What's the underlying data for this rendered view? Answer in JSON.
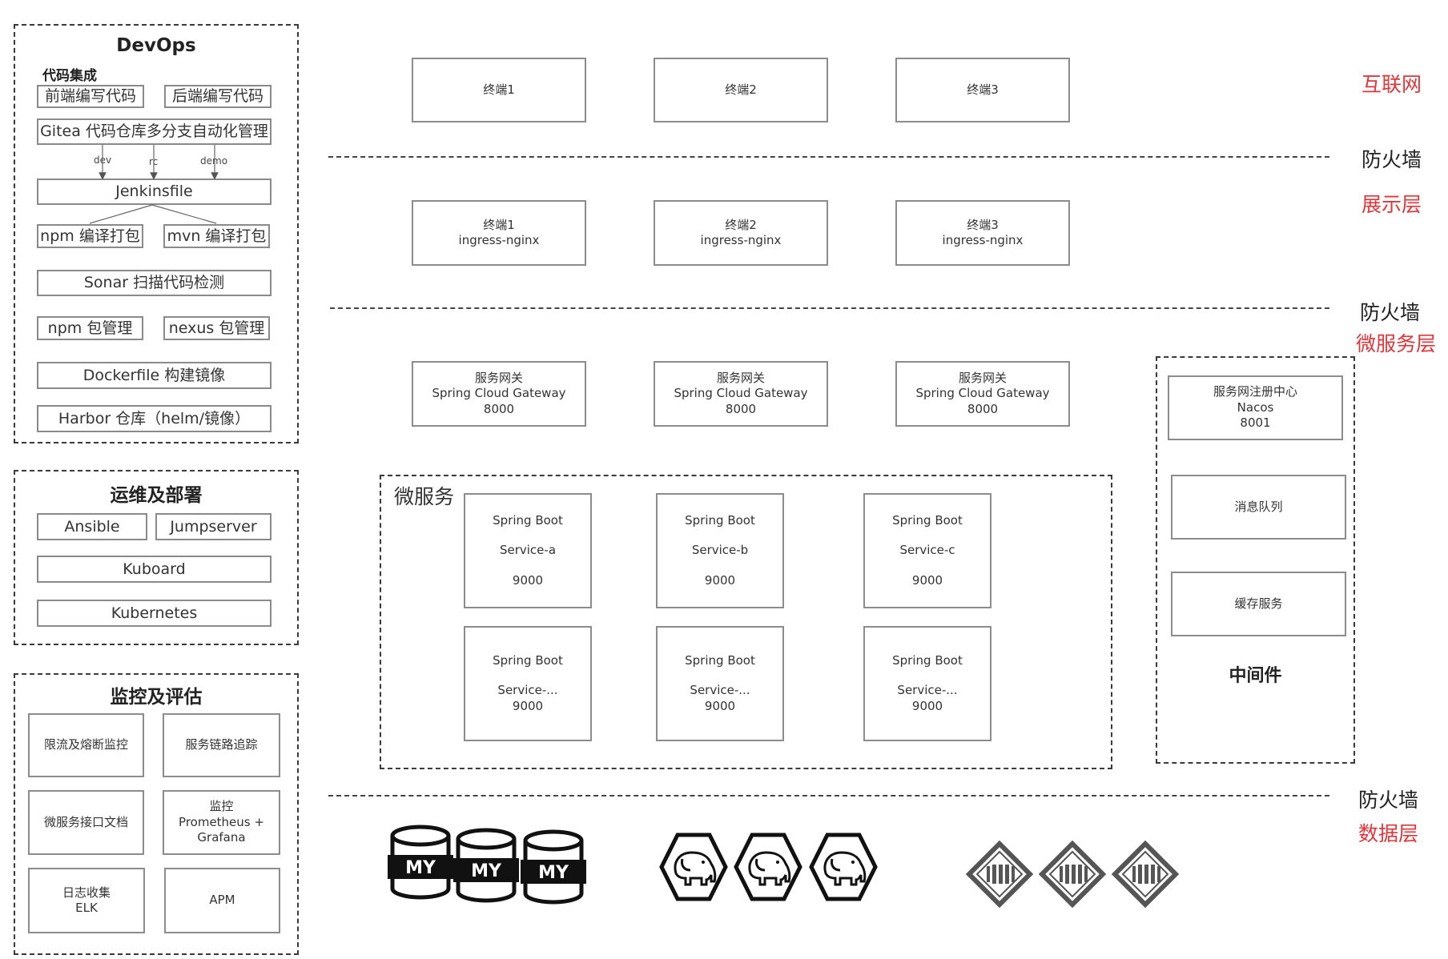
{
  "devops": {
    "title": "DevOps",
    "section": "代码集成",
    "frontend": "前端编写代码",
    "backend": "后端编写代码",
    "gitea": "Gitea 代码仓库多分支自动化管理",
    "branches": [
      "dev",
      "rc",
      "demo"
    ],
    "jenkins": "Jenkinsfile",
    "npm_build": "npm 编译打包",
    "mvn_build": "mvn 编译打包",
    "sonar": "Sonar 扫描代码检测",
    "npm_pkg": "npm 包管理",
    "nexus_pkg": "nexus 包管理",
    "dockerfile": "Dockerfile 构建镜像",
    "harbor": "Harbor 仓库（helm/镜像）"
  },
  "ops": {
    "title": "运维及部署",
    "ansible": "Ansible",
    "jumpserver": "Jumpserver",
    "kuboard": "Kuboard",
    "kubernetes": "Kubernetes"
  },
  "monitor": {
    "title": "监控及评估",
    "items": [
      {
        "lines": [
          "限流及熔断监控"
        ]
      },
      {
        "lines": [
          "服务链路追踪"
        ]
      },
      {
        "lines": [
          "微服务接口文档"
        ]
      },
      {
        "lines": [
          "监控",
          "Prometheus +",
          "Grafana"
        ]
      },
      {
        "lines": [
          "日志收集",
          "ELK"
        ]
      },
      {
        "lines": [
          "APM"
        ]
      }
    ]
  },
  "layers": {
    "internet": "互联网",
    "firewall": "防火墙",
    "display": "展示层",
    "microservice": "微服务层",
    "data": "数据层"
  },
  "terminals": [
    "终端1",
    "终端2",
    "终端3"
  ],
  "ingress": [
    {
      "name": "终端1",
      "sub": "ingress-nginx"
    },
    {
      "name": "终端2",
      "sub": "ingress-nginx"
    },
    {
      "name": "终端3",
      "sub": "ingress-nginx"
    }
  ],
  "gateways": [
    {
      "name": "服务网关",
      "sub": "Spring Cloud Gateway",
      "port": "8000"
    },
    {
      "name": "服务网关",
      "sub": "Spring Cloud Gateway",
      "port": "8000"
    },
    {
      "name": "服务网关",
      "sub": "Spring Cloud Gateway",
      "port": "8000"
    }
  ],
  "microservices": {
    "title": "微服务",
    "row1": [
      {
        "fw": "Spring Boot",
        "name": "Service-a",
        "port": "9000"
      },
      {
        "fw": "Spring Boot",
        "name": "Service-b",
        "port": "9000"
      },
      {
        "fw": "Spring Boot",
        "name": "Service-c",
        "port": "9000"
      }
    ],
    "row2": [
      {
        "fw": "Spring Boot",
        "name": "Service-...",
        "port": "9000"
      },
      {
        "fw": "Spring Boot",
        "name": "Service-...",
        "port": "9000"
      },
      {
        "fw": "Spring Boot",
        "name": "Service-...",
        "port": "9000"
      }
    ]
  },
  "middleware": {
    "title": "中间件",
    "nacos": {
      "name": "服务网注册中心",
      "sub": "Nacos",
      "port": "8001"
    },
    "mq": "消息队列",
    "cache": "缓存服务"
  },
  "data_layer": {
    "mysql_label": "MY",
    "mysql_count": 3,
    "hadoop_count": 3,
    "gateway_count": 3,
    "icons": [
      "mysql-icon",
      "hadoop-elephant-icon",
      "storage-gateway-icon"
    ]
  }
}
